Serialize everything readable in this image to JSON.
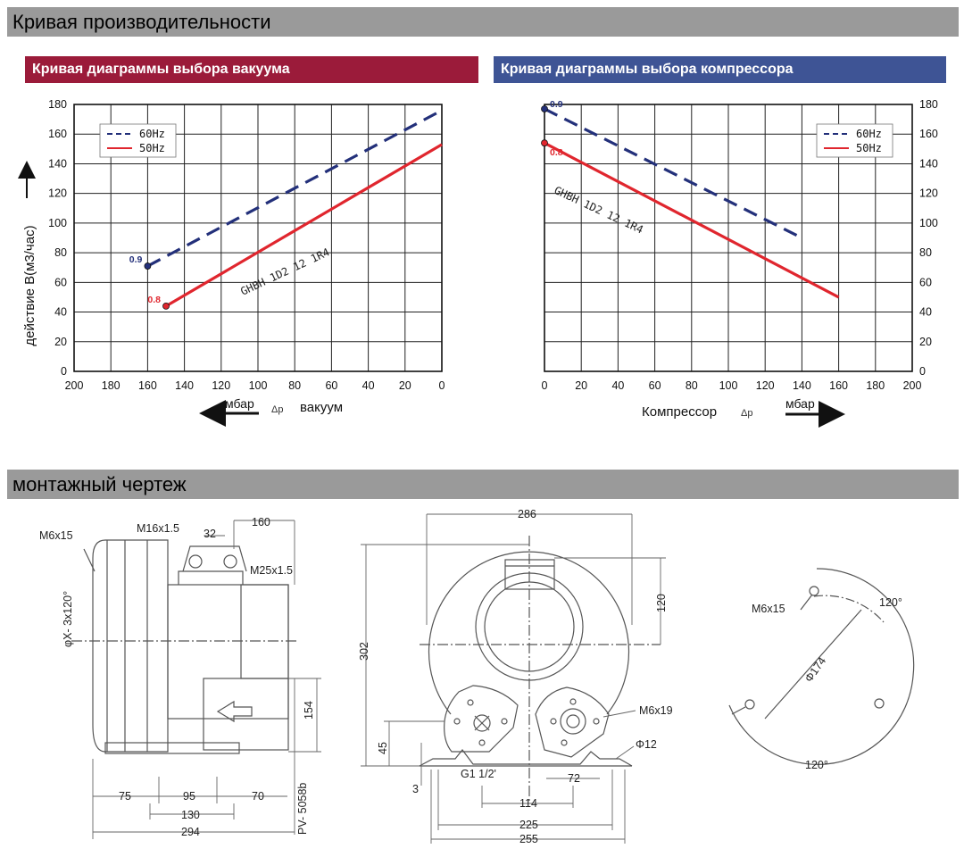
{
  "sections": {
    "performance_title": "Кривая производительности",
    "mounting_title": "монтажный чертеж"
  },
  "colors": {
    "section_bar": "#9a9a9a",
    "vacuum_header": "#9b1b3a",
    "compressor_header": "#3e5495",
    "series_60hz": "#23307a",
    "series_50hz": "#e0262e"
  },
  "chart_data": [
    {
      "type": "line",
      "title": "Кривая диаграммы выбора вакуума",
      "ylabel": "действие B(м3/час)",
      "xlabel_unit": "мбар",
      "xlabel_symbol": "Δp",
      "xlabel": "вакуум",
      "xlim": [
        200,
        0
      ],
      "ylim": [
        0,
        180
      ],
      "x_ticks": [
        200,
        180,
        160,
        140,
        120,
        100,
        80,
        60,
        40,
        20,
        0
      ],
      "y_ticks": [
        0,
        20,
        40,
        60,
        80,
        100,
        120,
        140,
        160,
        180
      ],
      "grid": true,
      "legend_position": "top-left",
      "model_label": "GHBH 1D2 12 1R4",
      "series": [
        {
          "name": "60Hz",
          "style": "dashed",
          "x": [
            160,
            0
          ],
          "y": [
            71,
            176
          ],
          "endpoint_label": "0.9"
        },
        {
          "name": "50Hz",
          "style": "solid",
          "x": [
            150,
            0
          ],
          "y": [
            44,
            153
          ],
          "endpoint_label": "0.8"
        }
      ]
    },
    {
      "type": "line",
      "title": "Кривая диаграммы выбора компрессора",
      "xlabel": "Компрессор",
      "xlabel_symbol": "Δp",
      "xlabel_unit": "мбар",
      "xlim": [
        0,
        200
      ],
      "ylim": [
        0,
        180
      ],
      "x_ticks": [
        0,
        20,
        40,
        60,
        80,
        100,
        120,
        140,
        160,
        180,
        200
      ],
      "y_ticks": [
        0,
        20,
        40,
        60,
        80,
        100,
        120,
        140,
        160,
        180
      ],
      "grid": true,
      "legend_position": "top-right",
      "model_label": "GHBH 1D2 12 1R4",
      "series": [
        {
          "name": "60Hz",
          "style": "dashed",
          "x": [
            0,
            140
          ],
          "y": [
            177,
            90
          ],
          "endpoint_label": "0.9"
        },
        {
          "name": "50Hz",
          "style": "solid",
          "x": [
            0,
            160
          ],
          "y": [
            154,
            50
          ],
          "endpoint_label": "0.8"
        }
      ]
    }
  ],
  "drawing": {
    "side_view": {
      "m6x15": "M6x15",
      "phi_x": "φX- 3x120°",
      "m16": "M16x1.5",
      "d32": "32",
      "d160": "160",
      "m25": "M25x1.5",
      "d154": "154",
      "d75": "75",
      "d95": "95",
      "d70": "70",
      "d130": "130",
      "d294": "294",
      "pv": "PV- 5058b"
    },
    "front_view": {
      "d286": "286",
      "d302": "302",
      "d120": "120",
      "m6x19": "M6x19",
      "d45": "45",
      "phi12": "Φ12",
      "d3": "3",
      "g1": "G1 1/2'",
      "d72": "72",
      "d114": "114",
      "d225": "225",
      "d255": "255"
    },
    "flange_view": {
      "m6x15": "M6x15",
      "a120_top": "120°",
      "phi174": "Φ174",
      "a120_bottom": "120°"
    }
  }
}
